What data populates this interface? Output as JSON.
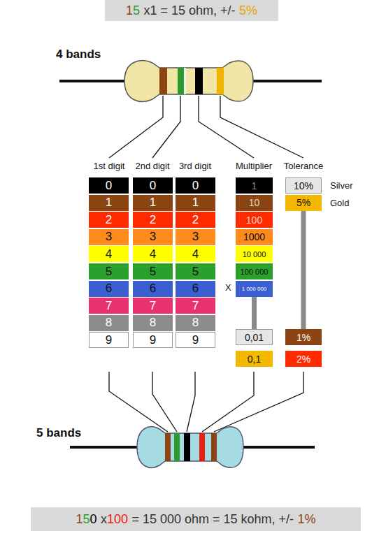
{
  "diagram": {
    "nodes": [
      {
        "text": [
          "1",
          "5",
          "x1 = 15 ohm, +/-",
          "5%"
        ]
      },
      {
        "text": [
          "0"
        ]
      },
      {
        "text": [
          "1"
        ]
      },
      {
        "text": [
          "2"
        ]
      },
      {
        "text": [
          "3"
        ]
      },
      {
        "text": [
          "4"
        ]
      },
      {
        "text": [
          "5"
        ]
      },
      {
        "text": [
          "6"
        ]
      },
      {
        "text": [
          "7"
        ]
      },
      {
        "text": [
          "8"
        ]
      },
      {
        "text": [
          "9"
        ]
      },
      {
        "text": [
          "0"
        ]
      },
      {
        "text": [
          "1"
        ]
      },
      {
        "text": [
          "2"
        ]
      },
      {
        "text": [
          "3"
        ]
      },
      {
        "text": [
          "4"
        ]
      },
      {
        "text": [
          "5"
        ]
      },
      {
        "text": [
          "6"
        ]
      },
      {
        "text": [
          "7"
        ]
      },
      {
        "text": [
          "8"
        ]
      },
      {
        "text": [
          "9"
        ]
      },
      {
        "text": [
          "0"
        ]
      },
      {
        "text": [
          "1"
        ]
      },
      {
        "text": [
          "2"
        ]
      },
      {
        "text": [
          "3"
        ]
      },
      {
        "text": [
          "4"
        ]
      },
      {
        "text": [
          "5"
        ]
      },
      {
        "text": [
          "6"
        ]
      },
      {
        "text": [
          "7"
        ]
      },
      {
        "text": [
          "8"
        ]
      },
      {
        "text": [
          "9"
        ]
      },
      {
        "text": [
          "1"
        ]
      },
      {
        "text": [
          "10"
        ]
      },
      {
        "text": [
          "100"
        ]
      },
      {
        "text": [
          "1000"
        ]
      },
      {
        "text": [
          "10 000"
        ]
      },
      {
        "text": [
          "100 000"
        ]
      },
      {
        "text": [
          "1 000 000"
        ]
      },
      {
        "text": [
          "0,01"
        ]
      },
      {
        "text": [
          "0,1"
        ]
      },
      {
        "text": [
          "10%"
        ]
      },
      {
        "text": [
          "5%"
        ]
      },
      {
        "text": [
          "1%"
        ]
      },
      {
        "text": [
          "2%"
        ]
      },
      {
        "text": [
          "1",
          "5",
          "0",
          "x",
          "100",
          "= 15 000 ohm = 15 kohm, +/-",
          "1%"
        ]
      }
    ],
    "edges": [
      {
        "from": 37,
        "to": 38,
        "arrow": "none"
      },
      {
        "from": 41,
        "to": 42,
        "arrow": "none"
      }
    ],
    "labels": [
      "4 bands",
      "1st digit",
      "2nd digit",
      "3rd digit",
      "Multiplier",
      "Tolerance",
      "Silver",
      "Gold",
      "X",
      "5 bands"
    ]
  }
}
